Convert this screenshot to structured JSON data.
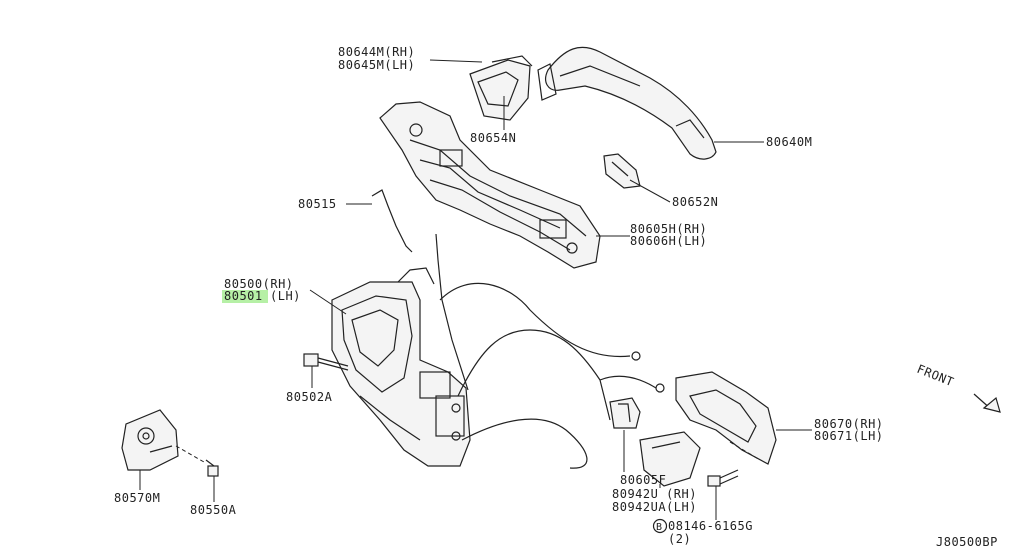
{
  "labels": {
    "p80644": "80644M(RH)",
    "p80645": "80645M(LH)",
    "p80654": "80654N",
    "p80640": "80640M",
    "p80652": "80652N",
    "p80515": "80515",
    "p80605h": "80605H(RH)",
    "p80606h": "80606H(LH)",
    "p80500": "80500(RH)",
    "p80501": "80501",
    "p80501_side": "(LH)",
    "p80502": "80502A",
    "p80570": "80570M",
    "p80550": "80550A",
    "p80605f": "80605F",
    "p80942u": "80942U (RH)",
    "p80942ua": "80942UA(LH)",
    "p80670": "80670(RH)",
    "p80671": "80671(LH)",
    "p08146_badge": "B",
    "p08146": "08146-6165G",
    "p08146_qty": "(2)",
    "front": "FRONT",
    "diagram_code": "J80500BP"
  },
  "colors": {
    "highlight": "#b6f0a6",
    "ink": "#222222"
  }
}
